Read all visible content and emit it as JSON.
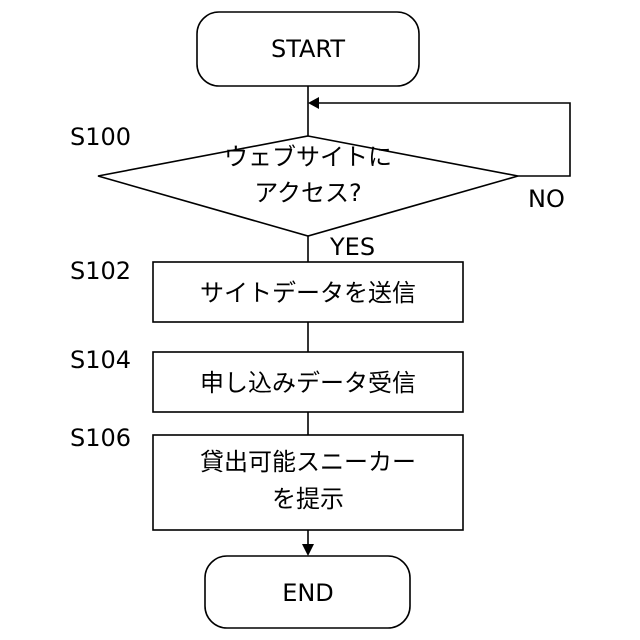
{
  "flowchart": {
    "start": "START",
    "end": "END",
    "decision": {
      "step": "S100",
      "line1": "ウェブサイトに",
      "line2": "アクセス?",
      "yes_label": "YES",
      "no_label": "NO"
    },
    "process1": {
      "step": "S102",
      "text": "サイトデータを送信"
    },
    "process2": {
      "step": "S104",
      "text": "申し込みデータ受信"
    },
    "process3": {
      "step": "S106",
      "line1": "貸出可能スニーカー",
      "line2": "を提示"
    }
  }
}
